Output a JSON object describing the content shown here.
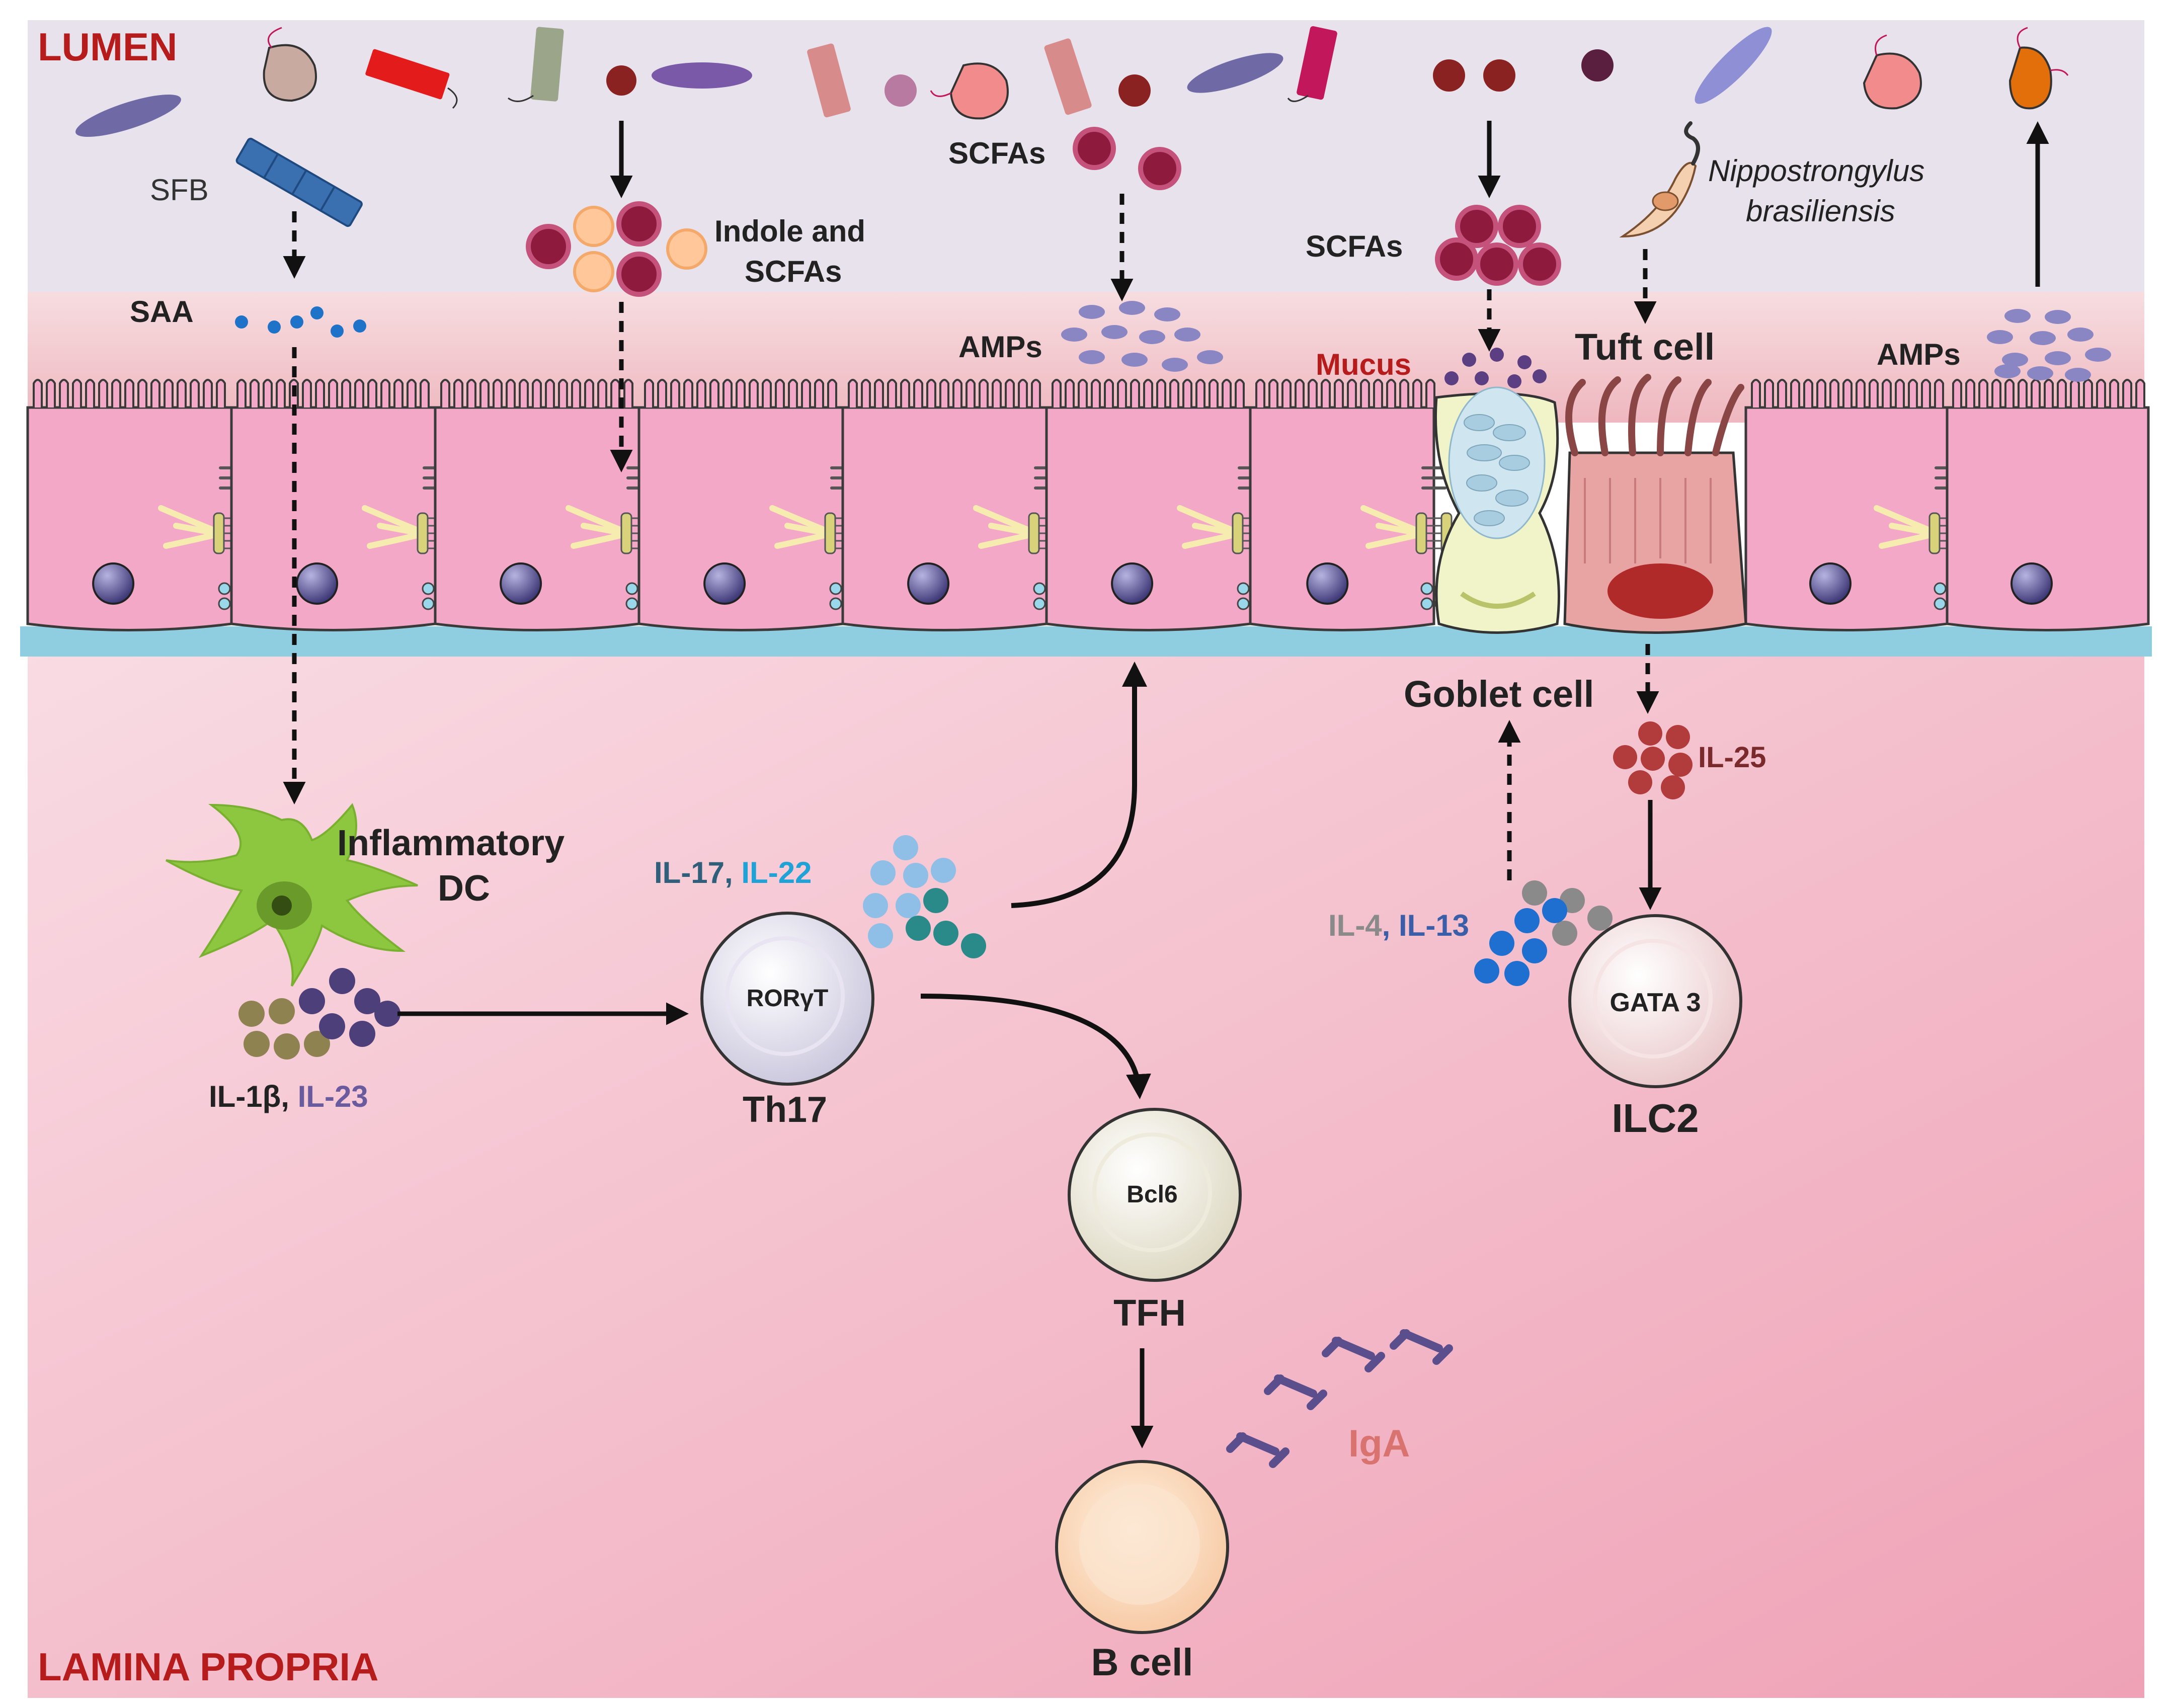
{
  "regions": {
    "lumen": "LUMEN",
    "lamina_propria": "LAMINA PROPRIA"
  },
  "labels": {
    "sfb": "SFB",
    "saa": "SAA",
    "indole_line1": "Indole and",
    "indole_line2": "SCFAs",
    "scfas_a": "SCFAs",
    "scfas_b": "SCFAs",
    "amps_a": "AMPs",
    "amps_b": "AMPs",
    "mucus": "Mucus",
    "tuft_cell": "Tuft cell",
    "nippo_line1": "Nippostrongylus",
    "nippo_line2": "brasiliensis",
    "goblet_cell": "Goblet cell",
    "il25": "IL-25",
    "inflammatory_line1": "Inflammatory",
    "inflammatory_line2": "DC",
    "il1b": "IL-1β",
    "il23": "IL-23",
    "comma": ", ",
    "il17": "IL-17",
    "il22": "IL-22",
    "il4": "IL-4",
    "il13": "IL-13",
    "rorgt": "RORγT",
    "th17": "Th17",
    "gata3": "GATA 3",
    "ilc2": "ILC2",
    "bcl6": "Bcl6",
    "tfh": "TFH",
    "iga": "IgA",
    "bcell": "B cell"
  },
  "colors": {
    "region_label": "#b71c1c",
    "mucus_label": "#b71c1c",
    "il23": "#6a5a9e",
    "il17": "#2f5f7a",
    "il22": "#1fa3d6",
    "il4": "#8a8a8a",
    "il13": "#3a5fa8",
    "il25": "#7a2a2a",
    "iga": "#d9736f"
  }
}
